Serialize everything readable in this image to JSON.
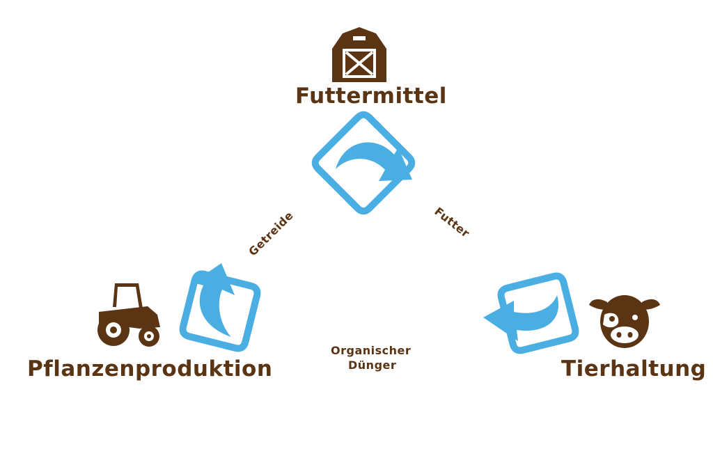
{
  "colors": {
    "brown": "#5a3413",
    "blue": "#4aaee2",
    "background": "#ffffff"
  },
  "nodes": {
    "top": {
      "label": "Futtermittel",
      "icon": "barn-icon"
    },
    "left": {
      "label": "Pflanzenproduktion",
      "icon": "tractor-icon"
    },
    "right": {
      "label": "Tierhaltung",
      "icon": "cow-icon"
    }
  },
  "edges": {
    "left_top": {
      "label": "Getreide"
    },
    "top_right": {
      "label": "Futter"
    },
    "bottom": {
      "line1": "Organischer",
      "line2": "Dünger"
    }
  }
}
